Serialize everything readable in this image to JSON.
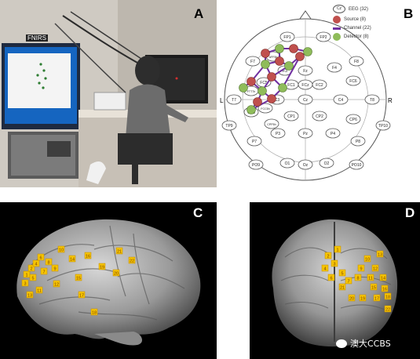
{
  "panel_labels": {
    "a": "A",
    "b": "B",
    "c": "C",
    "d": "D"
  },
  "photo": {
    "device_label": "FNIRS"
  },
  "montage": {
    "legend": [
      {
        "label": "EEG (32)",
        "symbol": "Cz"
      },
      {
        "label": "Source (8)",
        "color": "#c0504d"
      },
      {
        "label": "Channel (22)",
        "color": "#7030a0"
      },
      {
        "label": "Detector (8)",
        "color": "#8fbc5a"
      }
    ],
    "electrodes": [
      "FP1",
      "FP2",
      "F7",
      "AFF5h",
      "F3",
      "Fz",
      "F4",
      "F8",
      "FC5",
      "FC1",
      "FCz",
      "FC2",
      "FC6",
      "FTT7h",
      "FCC5h",
      "T7",
      "C3",
      "Cz",
      "C4",
      "T8",
      "CP5",
      "CPP5h",
      "CP1",
      "CP2",
      "CP6",
      "TP9",
      "TP10",
      "P7",
      "P3",
      "Pz",
      "P4",
      "P8",
      "PO9",
      "O1",
      "Oz",
      "O2",
      "PO10"
    ],
    "side_labels": {
      "left": "L",
      "right": "R"
    }
  },
  "brain_lateral": {
    "channels": [
      "1",
      "2",
      "3",
      "4",
      "5",
      "6",
      "7",
      "8",
      "9",
      "10",
      "11",
      "12",
      "13",
      "14",
      "15",
      "16",
      "17",
      "18",
      "19",
      "20",
      "21",
      "22"
    ]
  },
  "brain_frontal": {
    "channels": [
      "1",
      "2",
      "3",
      "4",
      "5",
      "6",
      "7",
      "8",
      "9",
      "10",
      "11",
      "12",
      "13",
      "14",
      "15",
      "16",
      "17",
      "18",
      "19",
      "20",
      "21",
      "22"
    ]
  },
  "watermark": {
    "text": "澳大CCBS"
  }
}
